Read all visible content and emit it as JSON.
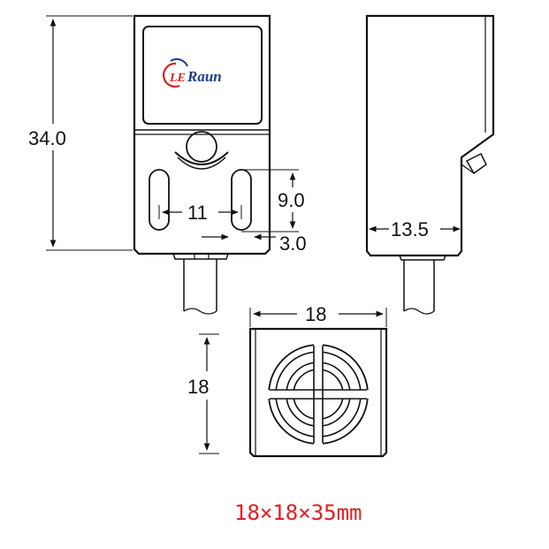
{
  "logo": {
    "prefix": "LE",
    "name": "Raun",
    "prefix_color": "#d22222",
    "name_color": "#1b3c8c"
  },
  "dimensions": {
    "height": "34.0",
    "slot_spacing": "11",
    "slot_length": "9.0",
    "slot_offset": "3.0",
    "side_depth": "13.5",
    "face_width": "18",
    "face_height": "18"
  },
  "caption": {
    "text": "18×18×35mm",
    "color": "#e02020"
  }
}
